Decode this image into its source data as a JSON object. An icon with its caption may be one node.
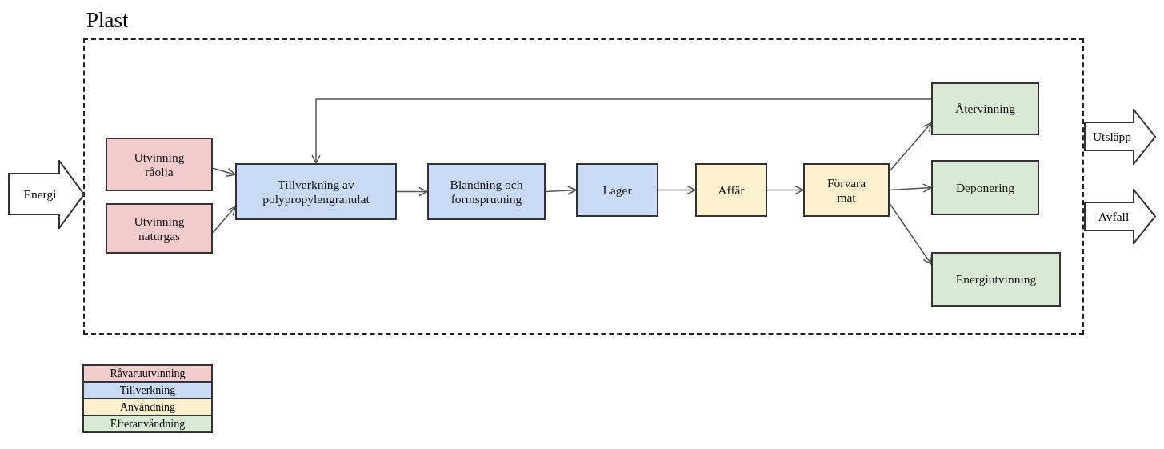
{
  "diagram": {
    "nodes": [
      {
        "text": [
          "Plast"
        ]
      },
      {
        "text": [
          "Energi"
        ]
      },
      {
        "text": [
          "Utvinning råolja"
        ],
        "in": 0
      },
      {
        "text": [
          "Utvinning naturgas"
        ],
        "in": 0
      },
      {
        "text": [
          "Tillverkning av polypropylengranulat"
        ],
        "in": 0
      },
      {
        "text": [
          "Blandning och formsprutning"
        ],
        "in": 0
      },
      {
        "text": [
          "Lager"
        ],
        "in": 0
      },
      {
        "text": [
          "Affär"
        ],
        "in": 0
      },
      {
        "text": [
          "Förvara mat"
        ],
        "in": 0
      },
      {
        "text": [
          "Återvinning"
        ],
        "in": 0
      },
      {
        "text": [
          "Deponering"
        ],
        "in": 0
      },
      {
        "text": [
          "Energiutvinning"
        ],
        "in": 0
      },
      {
        "text": [
          "Utsläpp"
        ]
      },
      {
        "text": [
          "Avfall"
        ]
      }
    ],
    "edges": [
      {
        "from": 2,
        "to": 4,
        "arrow": "to"
      },
      {
        "from": 3,
        "to": 4,
        "arrow": "to"
      },
      {
        "from": 4,
        "to": 5,
        "arrow": "to"
      },
      {
        "from": 5,
        "to": 6,
        "arrow": "to"
      },
      {
        "from": 6,
        "to": 7,
        "arrow": "to"
      },
      {
        "from": 7,
        "to": 8,
        "arrow": "to"
      },
      {
        "from": 8,
        "to": 9,
        "arrow": "to"
      },
      {
        "from": 8,
        "to": 10,
        "arrow": "to"
      },
      {
        "from": 8,
        "to": 11,
        "arrow": "to"
      },
      {
        "from": 9,
        "to": 4,
        "arrow": "to"
      }
    ],
    "legend": [
      {
        "text": "Råvaruutvinning",
        "color": "#f2cbcd"
      },
      {
        "text": "Tillverkning",
        "color": "#c9daf5"
      },
      {
        "text": "Användning",
        "color": "#fdf0cf"
      },
      {
        "text": "Efteranvändning",
        "color": "#d8e9d4"
      }
    ]
  }
}
